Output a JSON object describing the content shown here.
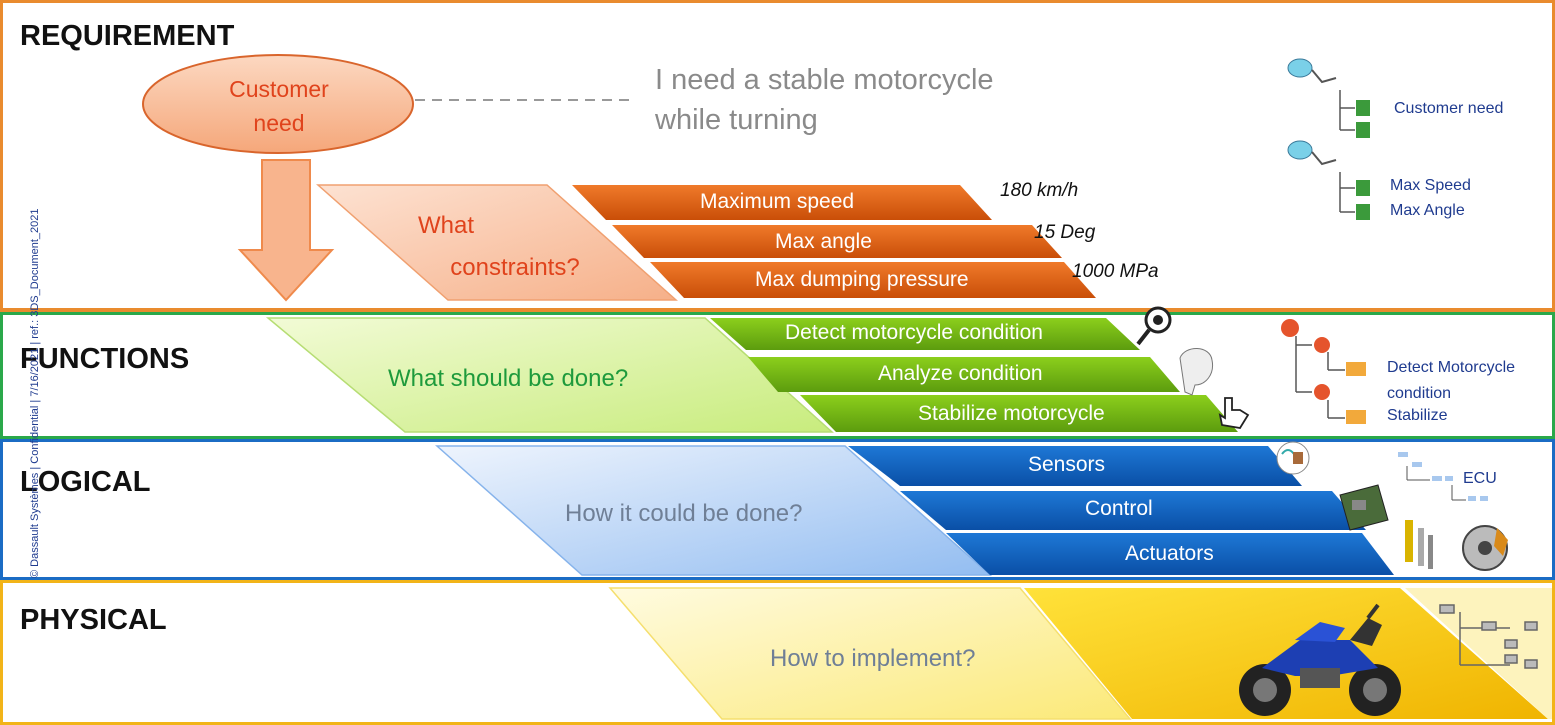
{
  "layers": {
    "requirement": {
      "title": "REQUIREMENT",
      "color": "#e98b2e"
    },
    "functions": {
      "title": "FUNCTIONS",
      "color": "#2aa84a"
    },
    "logical": {
      "title": "LOGICAL",
      "color": "#1b6cc4"
    },
    "physical": {
      "title": "PHYSICAL",
      "color": "#f2b418"
    }
  },
  "side_text": "© Dassault Systèmes | Confidential | 7/16/2021 | ref.: 3DS_Document_2021",
  "requirement": {
    "customer_need": "Customer need",
    "quote_line1": "I need a stable motorcycle",
    "quote_line2": "while turning",
    "question_line1": "What",
    "question_line2": "constraints?",
    "constraints": [
      {
        "label": "Maximum  speed",
        "value": "180 km/h"
      },
      {
        "label": "Max angle",
        "value": "15 Deg"
      },
      {
        "label": "Max dumping  pressure",
        "value": "1000 MPa"
      }
    ],
    "tree": [
      "Customer need",
      "Max Speed",
      "Max Angle"
    ]
  },
  "functions": {
    "question": "What should be done?",
    "items": [
      "Detect motorcycle  condition",
      "Analyze  condition",
      "Stabilize  motorcycle"
    ],
    "tree": [
      "Detect Motorcycle",
      "condition",
      "Stabilize"
    ]
  },
  "logical": {
    "question": "How it could be  done?",
    "items": [
      "Sensors",
      "Control",
      "Actuators"
    ],
    "tree": [
      "ECU"
    ]
  },
  "physical": {
    "question": "How to implement?"
  }
}
